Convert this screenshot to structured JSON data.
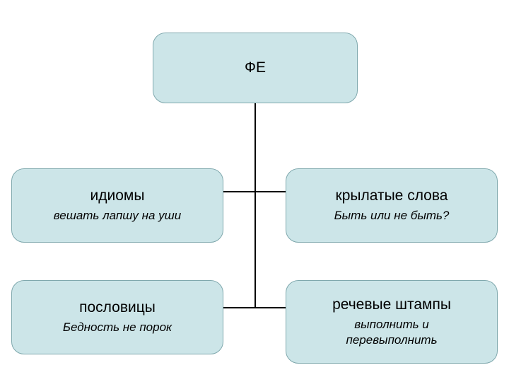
{
  "diagram": {
    "type": "tree",
    "root": {
      "title": "ФЕ"
    },
    "branches": [
      {
        "title": "идиомы",
        "example": "вешать лапшу на уши"
      },
      {
        "title": "крылатые слова",
        "example": "Быть или не быть?"
      },
      {
        "title": "пословицы",
        "example": "Бедность не порок"
      },
      {
        "title": "речевые штампы",
        "example": "выполнить и перевыполнить"
      }
    ],
    "colors": {
      "node_fill": "#cce5e8",
      "node_border": "#7fa8ad",
      "connector": "#000000",
      "text": "#000000",
      "background": "#ffffff"
    }
  }
}
